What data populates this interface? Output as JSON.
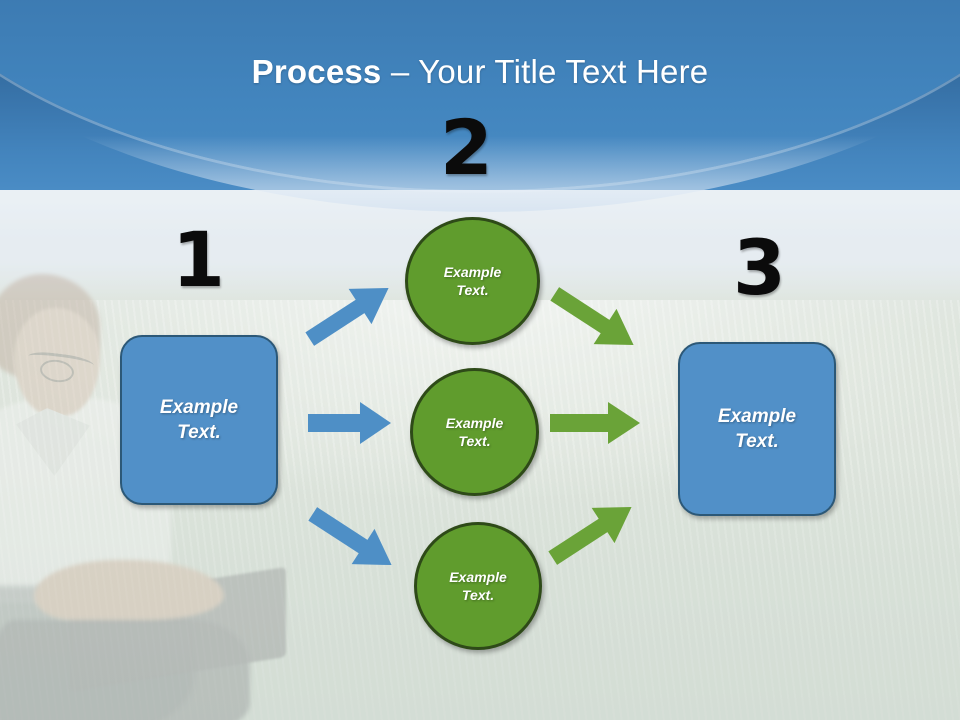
{
  "slide": {
    "title_bold": "Process ",
    "title_rest": "– Your Title Text Here"
  },
  "colors": {
    "header_top": "#29557f",
    "header_bottom": "#4a8cc5",
    "blue_shape_fill": "#5190c8",
    "blue_shape_border": "#2c5877",
    "green_shape_fill": "#609c2d",
    "green_shape_border": "#2e4a18",
    "blue_arrow": "#4e8fc6",
    "green_arrow": "#6aa338",
    "number_text": "#0b0b0b",
    "shape_text": "#ffffff"
  },
  "steps": [
    {
      "number": "1"
    },
    {
      "number": "2"
    },
    {
      "number": "3"
    }
  ],
  "shapes": {
    "box_left": {
      "label": "Example\nText."
    },
    "circle_top": {
      "label": "Example\nText."
    },
    "circle_mid": {
      "label": "Example\nText."
    },
    "circle_bot": {
      "label": "Example\nText."
    },
    "box_right": {
      "label": "Example\nText."
    }
  },
  "arrows": [
    {
      "name": "blue-arrow-up-right",
      "color": "#4e8fc6",
      "direction": "up-right"
    },
    {
      "name": "blue-arrow-right",
      "color": "#4e8fc6",
      "direction": "right"
    },
    {
      "name": "blue-arrow-down-right",
      "color": "#4e8fc6",
      "direction": "down-right"
    },
    {
      "name": "green-arrow-down-right",
      "color": "#6aa338",
      "direction": "down-right"
    },
    {
      "name": "green-arrow-right",
      "color": "#6aa338",
      "direction": "right"
    },
    {
      "name": "green-arrow-up-right",
      "color": "#6aa338",
      "direction": "up-right"
    }
  ]
}
